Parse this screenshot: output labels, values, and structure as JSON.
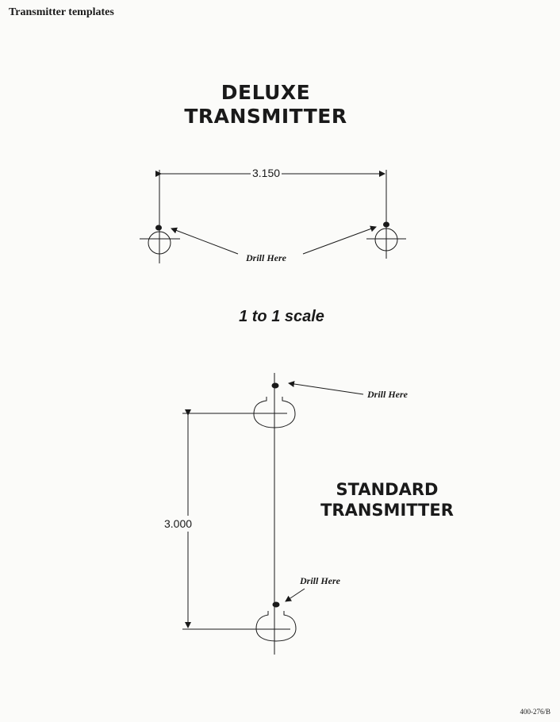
{
  "header": {
    "title": "Transmitter templates"
  },
  "deluxe": {
    "title_line1": "DELUXE",
    "title_line2": "TRANSMITTER",
    "dimension": "3.150"
  },
  "scale_note": "1 to 1 scale",
  "standard": {
    "title_line1": "STANDARD",
    "title_line2": "TRANSMITTER",
    "dimension": "3.000"
  },
  "drill_labels": [
    "Drill Here",
    "Drill Here",
    "Drill Here"
  ],
  "footer": {
    "code": "400-276/B"
  }
}
